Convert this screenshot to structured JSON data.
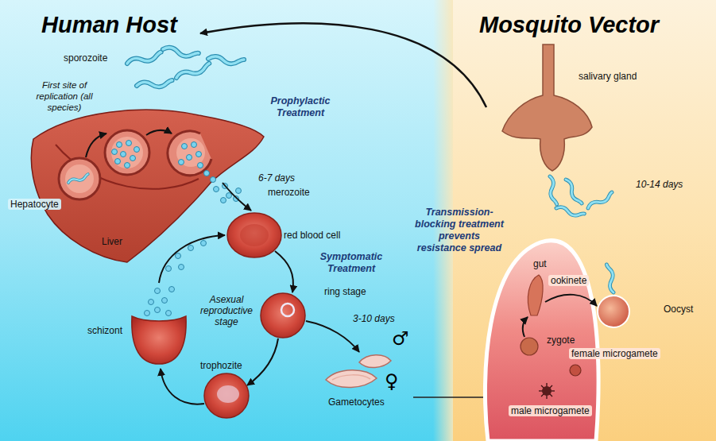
{
  "diagram": {
    "nodes": [
      {
        "text": [
          "Human Host"
        ]
      },
      {
        "text": [
          "Mosquito Vector"
        ]
      }
    ],
    "labels": [
      "sporozoite",
      "First site of replication (all species)",
      "Prophylactic Treatment",
      "Hepatocyte",
      "6-7 days",
      "merozoite",
      "Liver",
      "red blood cell",
      "Symptomatic Treatment",
      "Asexual reproductive stage",
      "ring stage",
      "schizont",
      "3-10 days",
      "♂",
      "♀",
      "trophozite",
      "Gametocytes",
      "salivary gland",
      "10-14 days",
      "Transmission-blocking treatment prevents resistance spread",
      "gut",
      "ookinete",
      "Oocyst",
      "zygote",
      "female microgamete",
      "male microgamete"
    ]
  }
}
